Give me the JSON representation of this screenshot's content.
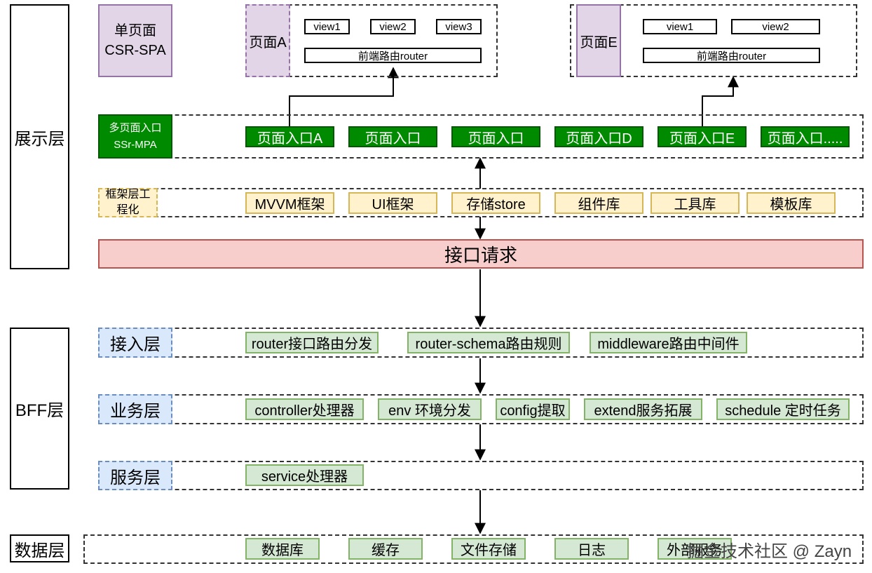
{
  "layers": {
    "presentation": "展示层",
    "bff": "BFF层",
    "data": "数据层"
  },
  "spa": {
    "line1": "单页面",
    "line2": "CSR-SPA"
  },
  "page_a": {
    "label": "页面A",
    "views": [
      "view1",
      "view2",
      "view3"
    ],
    "router": "前端路由router"
  },
  "page_e": {
    "label": "页面E",
    "views": [
      "view1",
      "view2"
    ],
    "router": "前端路由router"
  },
  "mpa": {
    "line1": "多页面入口",
    "line2": "SSr-MPA",
    "entries": [
      "页面入口A",
      "页面入口",
      "页面入口",
      "页面入口D",
      "页面入口E",
      "页面入口....."
    ]
  },
  "framework": {
    "label": "框架层工程化",
    "items": [
      "MVVM框架",
      "UI框架",
      "存储store",
      "组件库",
      "工具库",
      "模板库"
    ]
  },
  "api_request": "接口请求",
  "access_layer": {
    "label": "接入层",
    "items": [
      "router接口路由分发",
      "router-schema路由规则",
      "middleware路由中间件"
    ]
  },
  "business_layer": {
    "label": "业务层",
    "items": [
      "controller处理器",
      "env 环境分发",
      "config提取",
      "extend服务拓展",
      "schedule 定时任务"
    ]
  },
  "service_layer": {
    "label": "服务层",
    "items": [
      "service处理器"
    ]
  },
  "data_layer": {
    "items": [
      "数据库",
      "缓存",
      "文件存储",
      "日志",
      "外部服务"
    ]
  },
  "watermark": "掘金技术社区 @ Zayn"
}
